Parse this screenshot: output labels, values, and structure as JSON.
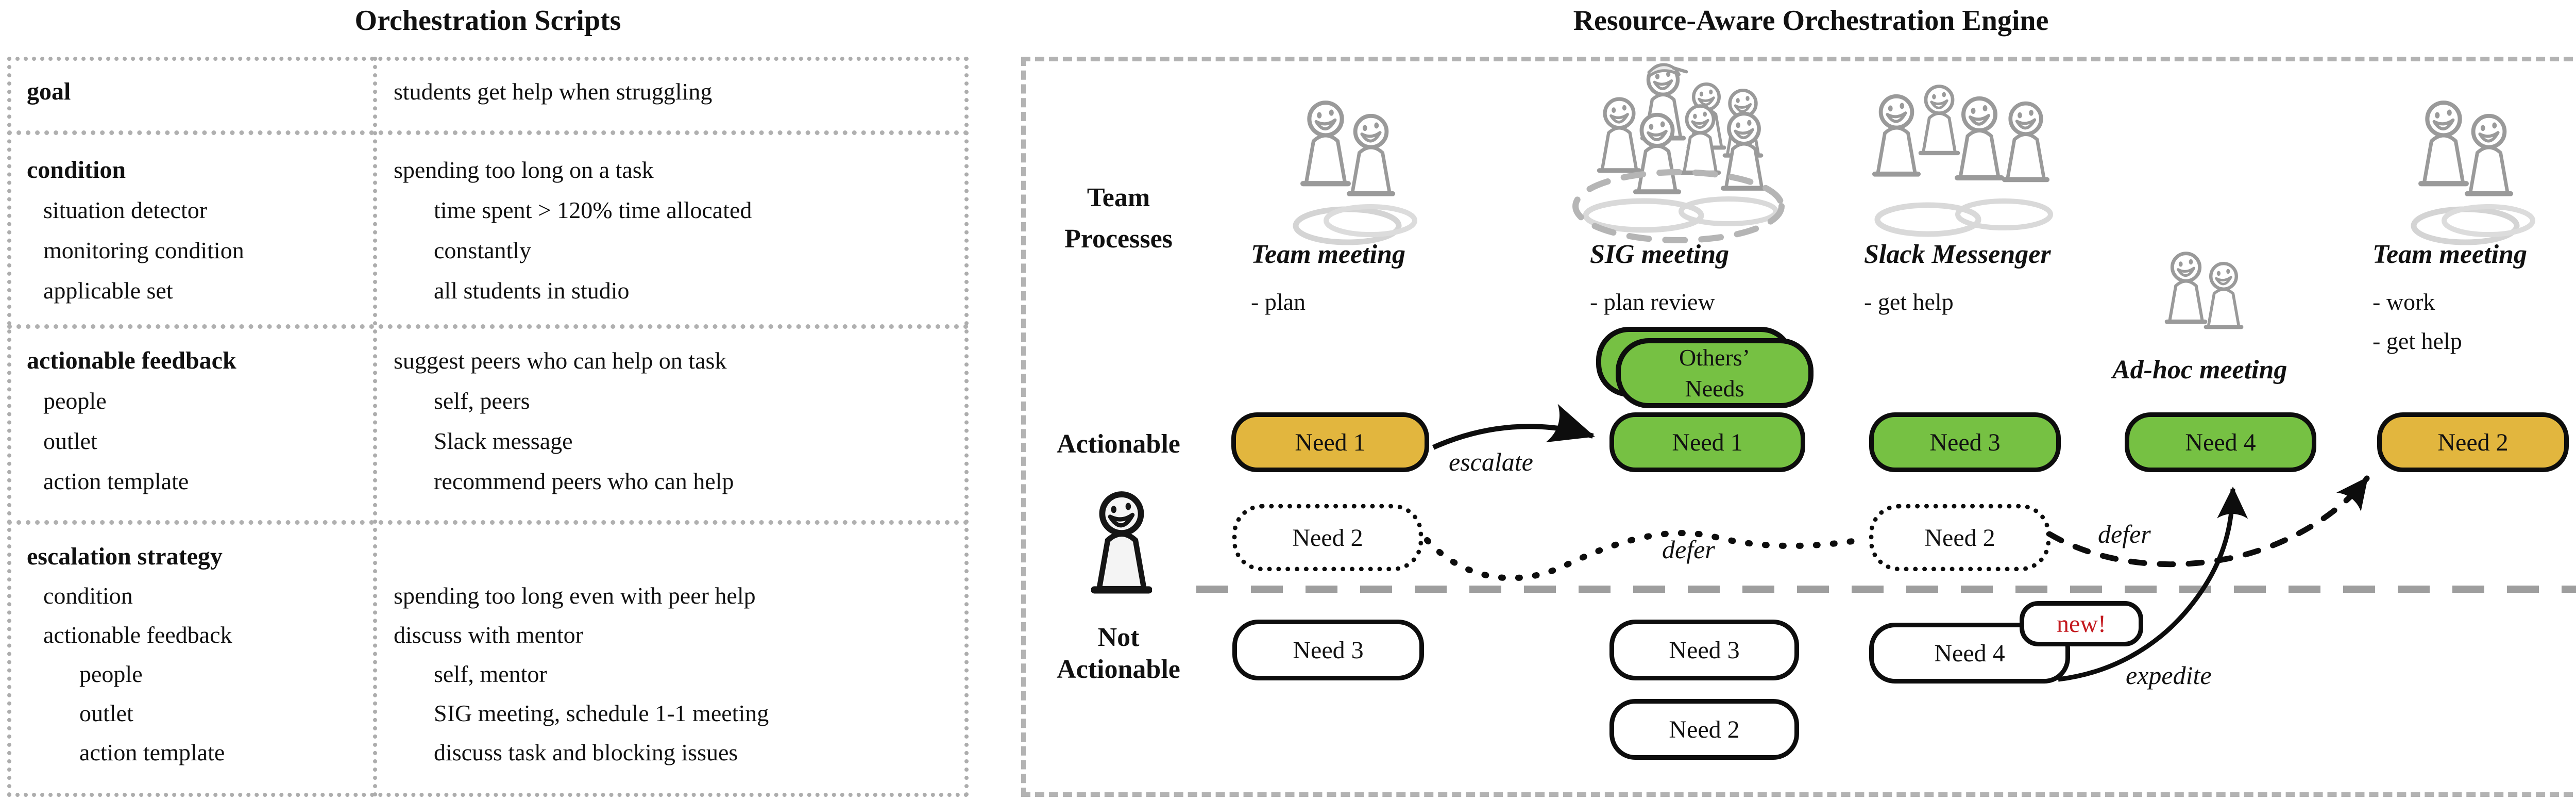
{
  "left_panel": {
    "title": "Orchestration Scripts",
    "rows": {
      "goal": {
        "label": "goal",
        "value": "students get help when struggling"
      },
      "condition": {
        "label": "condition",
        "sub1": "situation detector",
        "sub2": "monitoring condition",
        "sub3": "applicable set",
        "value": "spending too long on a task",
        "val1": "time spent > 120% time allocated",
        "val2": "constantly",
        "val3": "all students in studio"
      },
      "actionable_feedback": {
        "label": "actionable feedback",
        "sub1": "people",
        "sub2": "outlet",
        "sub3": "action template",
        "value": "suggest peers who can help on task",
        "val1": "self, peers",
        "val2": "Slack message",
        "val3": "recommend peers who can help"
      },
      "escalation_strategy": {
        "label": "escalation strategy",
        "sub1": "condition",
        "sub2": "actionable feedback",
        "sub3": "people",
        "sub4": "outlet",
        "sub5": "action template",
        "val1": "spending too long even with peer help",
        "val2": "discuss with mentor",
        "val3": "self, mentor",
        "val4": "SIG meeting, schedule 1-1 meeting",
        "val5": "discuss task and blocking issues"
      }
    }
  },
  "engine": {
    "title": "Resource-Aware Orchestration Engine",
    "team_processes_label": {
      "line1": "Team",
      "line2": "Processes"
    },
    "actionable_label": "Actionable",
    "not_actionable_label": {
      "line1": "Not",
      "line2": "Actionable"
    },
    "columns": {
      "team1": {
        "label": "Team meeting",
        "bullet1": "- plan"
      },
      "sig": {
        "label": "SIG meeting",
        "bullet1": "- plan review"
      },
      "slack": {
        "label": "Slack Messenger",
        "bullet1": "- get help"
      },
      "adhoc": {
        "label": "Ad-hoc meeting"
      },
      "team2": {
        "label": "Team meeting",
        "bullet1": "- work",
        "bullet2": "- get help"
      }
    },
    "needs": {
      "team1_actionable": "Need 1",
      "sig_actionable": "Need 1",
      "slack_actionable": "Need 3",
      "adhoc_actionable": "Need 4",
      "team2_actionable": "Need 2",
      "team1_deferred": "Need 2",
      "slack_deferred": "Need 2",
      "team1_not_actionable": "Need 3",
      "sig_not_actionable_1": "Need 3",
      "sig_not_actionable_2": "Need 2",
      "slack_not_actionable": "Need 4",
      "others_line1": "Others’",
      "others_line2": "Needs"
    },
    "flow_labels": {
      "escalate": "escalate",
      "defer1": "defer",
      "defer2": "defer",
      "expedite": "expedite",
      "new_badge": "new!"
    },
    "icons": {
      "team1": "team-meeting-icon",
      "sig": "sig-meeting-icon",
      "slack": "slack-messenger-icon",
      "adhoc": "ad-hoc-meeting-icon",
      "team2": "team-meeting-icon",
      "user": "student-user-icon"
    },
    "colors": {
      "actionable_green": "#76C143",
      "waiting_orange": "#E2B63E",
      "new_red": "#C41A1F",
      "icon_gray": "#9A9A9A",
      "border_gray": "#ADADAD"
    }
  }
}
